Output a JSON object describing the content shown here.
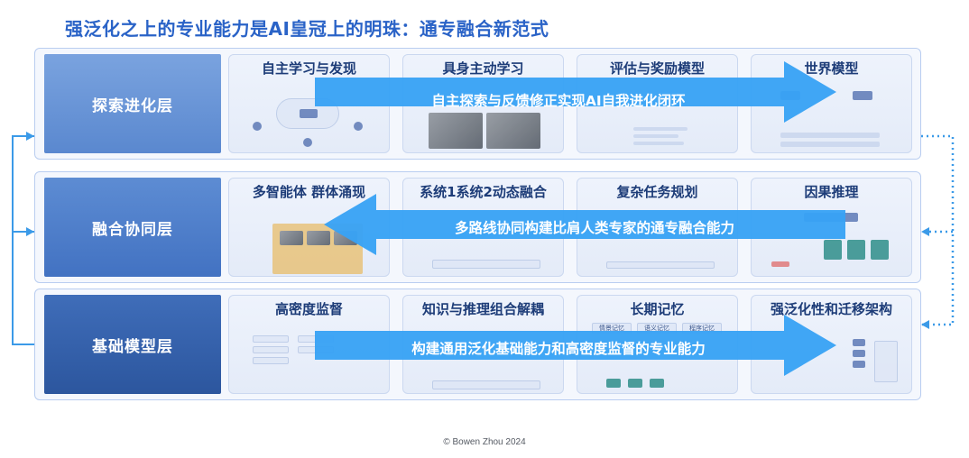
{
  "title": "强泛化之上的专业能力是AI皇冠上的明珠：通专融合新范式",
  "layers": [
    {
      "label": "探索进化层",
      "cards": [
        "自主学习与发现",
        "具身主动学习",
        "评估与奖励模型",
        "世界模型"
      ],
      "arrow_text": "自主探索与反馈修正实现AI自我进化闭环",
      "arrow_direction": "right"
    },
    {
      "label": "融合协同层",
      "cards": [
        "多智能体 群体涌现",
        "系统1系统2动态融合",
        "复杂任务规划",
        "因果推理"
      ],
      "arrow_text": "多路线协同构建比肩人类专家的通专融合能力",
      "arrow_direction": "left"
    },
    {
      "label": "基础模型层",
      "cards": [
        "高密度监督",
        "知识与推理组合解耦",
        "长期记忆",
        "强泛化性和迁移架构"
      ],
      "arrow_text": "构建通用泛化基础能力和高密度监督的专业能力",
      "arrow_direction": "right"
    }
  ],
  "card_snippets": {
    "memory_tags": [
      "情景记忆",
      "语义记忆",
      "程序记忆"
    ]
  },
  "footer": "© Bowen Zhou 2024",
  "colors": {
    "title": "#2a63c7",
    "arrow": "#38a2f5",
    "layer_label_top": "#5f8fd6",
    "layer_label_mid": "#4a7ac9",
    "layer_label_bottom": "#3263b0",
    "connector": "#3b9ae8"
  }
}
